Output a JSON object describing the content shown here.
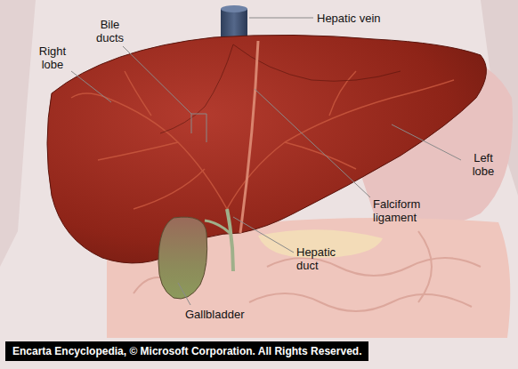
{
  "diagram": {
    "labels": [
      "Bile ducts",
      "Hepatic vein",
      "Right lobe",
      "Left lobe",
      "Falciform ligament",
      "Hepatic duct",
      "Gallbladder",
      "Encarta Encyclopedia, © Microsoft Corporation. All Rights Reserved."
    ]
  }
}
